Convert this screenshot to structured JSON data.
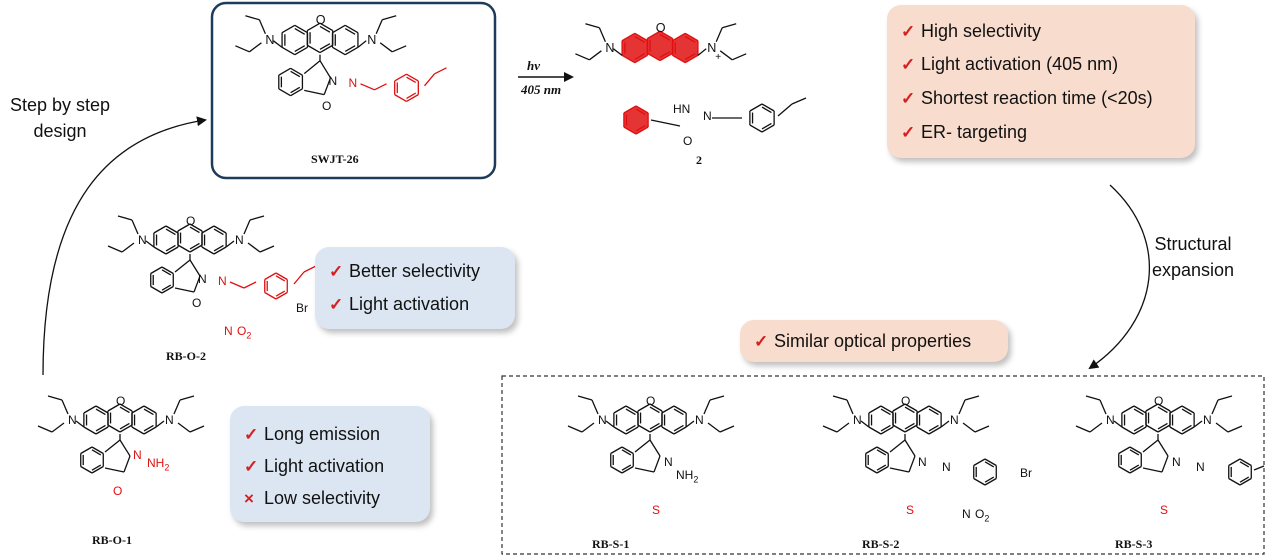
{
  "compounds": {
    "swjt26": "SWJT-26",
    "product": "2",
    "rbo2": "RB-O-2",
    "rbo1": "RB-O-1",
    "rbs1": "RB-S-1",
    "rbs2": "RB-S-2",
    "rbs3": "RB-S-3"
  },
  "reaction": {
    "condition_top": "hv",
    "condition_bottom": "405 nm"
  },
  "callouts": {
    "swjt_features": [
      {
        "mark": "✓",
        "text": "High selectivity"
      },
      {
        "mark": "✓",
        "text": "Light activation (405 nm)"
      },
      {
        "mark": "✓",
        "text": "Shortest reaction time (<20s)"
      },
      {
        "mark": "✓",
        "text": "ER- targeting"
      }
    ],
    "rbo2_features": [
      {
        "mark": "✓",
        "text": "Better  selectivity"
      },
      {
        "mark": "✓",
        "text": "Light activation"
      }
    ],
    "rbo1_features": [
      {
        "mark": "✓",
        "text": "Long emission"
      },
      {
        "mark": "✓",
        "text": "Light activation"
      },
      {
        "mark": "×",
        "text": "Low selectivity"
      }
    ],
    "similar": {
      "mark": "✓",
      "text": "Similar optical properties"
    }
  },
  "arrows": {
    "design_line1": "Step by step",
    "design_line2": "design",
    "expansion_line1": "Structural",
    "expansion_line2": "expansion"
  },
  "atoms": {
    "O": "O",
    "N": "N",
    "Nplus": "N",
    "plus": "+",
    "NH2": "NH",
    "sub2": "2",
    "HN": "HN",
    "Br": "Br",
    "NO2": "O",
    "NO2n": "N",
    "S": "S"
  },
  "colors": {
    "highlight": "#e01010",
    "peach": "#f8dccd",
    "blue": "#dce6f2",
    "frame": "#1f3b5c"
  }
}
